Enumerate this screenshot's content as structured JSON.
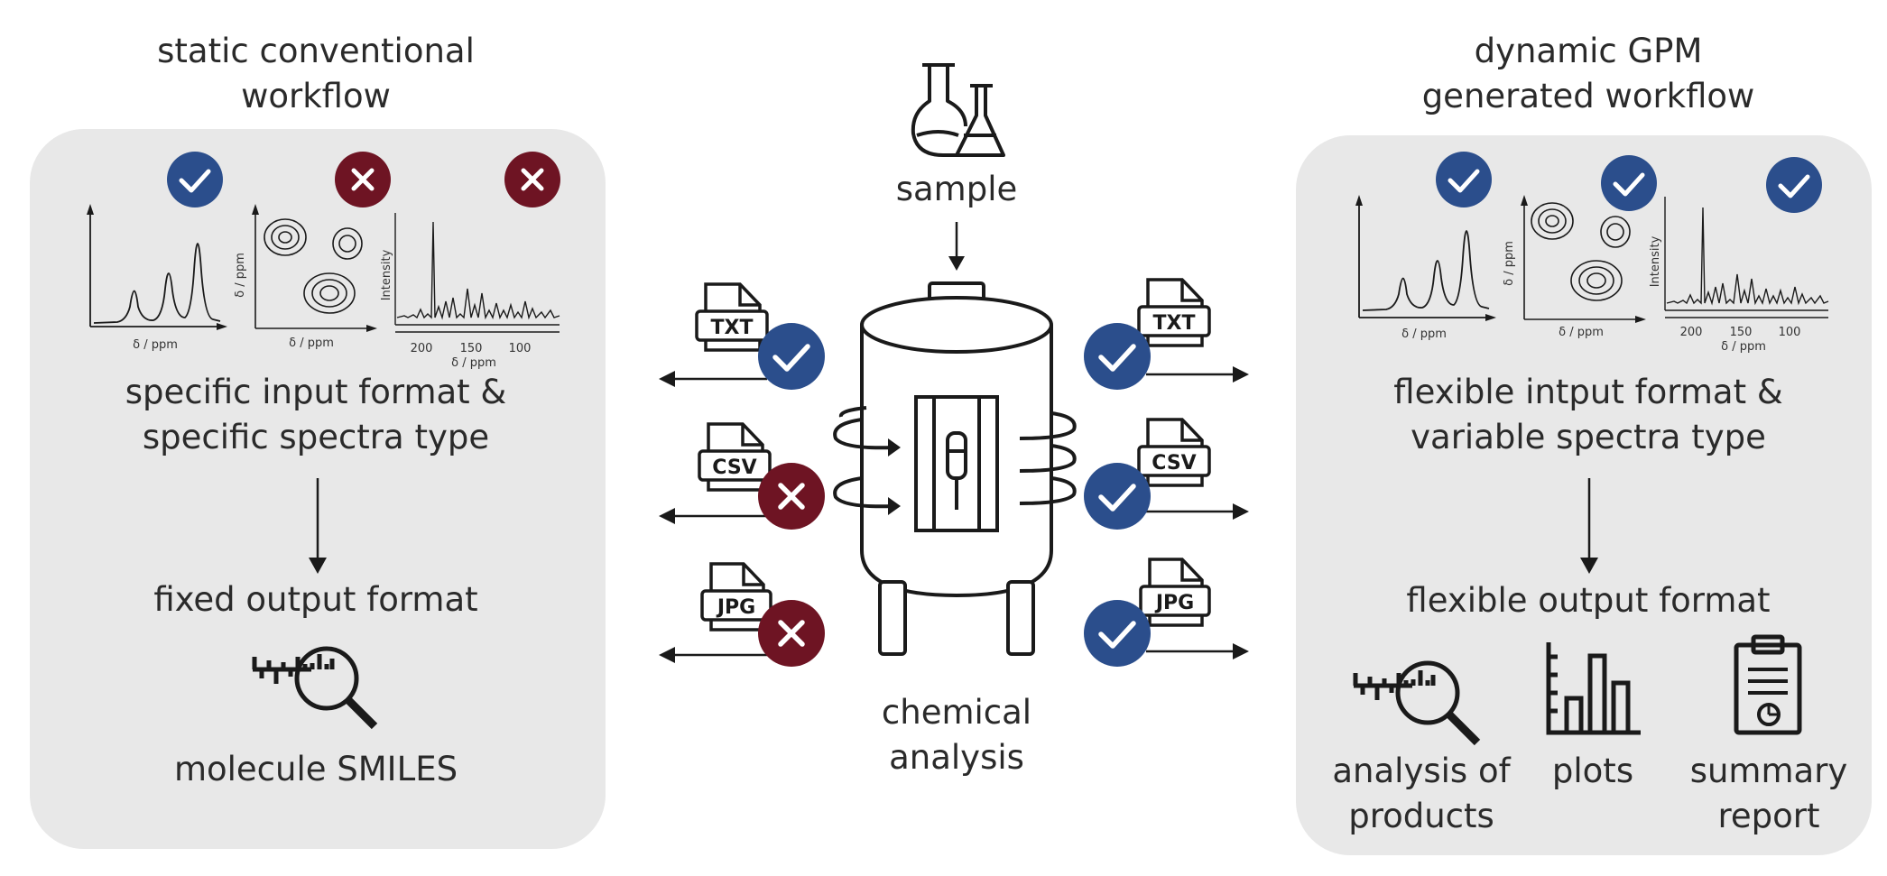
{
  "left": {
    "title_line1": "static conventional",
    "title_line2": "workflow",
    "input_line1": "specific input format &",
    "input_line2": "specific spectra type",
    "output_label": "fixed output format",
    "result_label": "molecule SMILES",
    "spectra_status": [
      "check",
      "cross",
      "cross"
    ]
  },
  "center": {
    "sample_label": "sample",
    "analysis_line1": "chemical",
    "analysis_line2": "analysis",
    "formats": [
      "TXT",
      "CSV",
      "JPG"
    ],
    "left_status": [
      "check",
      "cross",
      "cross"
    ],
    "right_status": [
      "check",
      "check",
      "check"
    ]
  },
  "right": {
    "title_line1": "dynamic GPM",
    "title_line2": "generated workflow",
    "input_line1": "flexible intput format &",
    "input_line2": "variable spectra type",
    "output_label": "flexible output format",
    "outputs": [
      {
        "line1": "analysis of",
        "line2": "products"
      },
      {
        "line1": "plots",
        "line2": ""
      },
      {
        "line1": "summary",
        "line2": "report"
      }
    ],
    "spectra_status": [
      "check",
      "check",
      "check"
    ]
  },
  "spectra_labels": {
    "xlabel": "δ / ppm",
    "ylabel_2d": "δ / ppm",
    "ylabel_1d": "Intensity",
    "ticks": [
      "200",
      "150",
      "100"
    ]
  },
  "colors": {
    "check_blue": "#2b4e8c",
    "cross_red": "#6e1423",
    "panel_gray": "#e8e8e8",
    "ink": "#1a1a1a"
  }
}
